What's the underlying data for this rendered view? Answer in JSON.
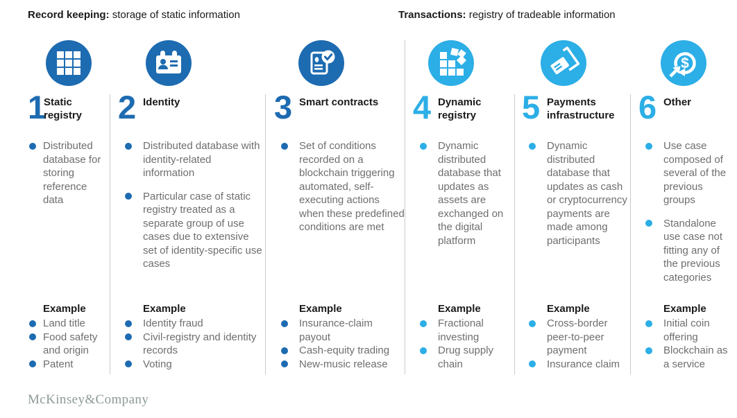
{
  "sections": [
    {
      "label": "Record keeping:",
      "description": " storage of static information"
    },
    {
      "label": "Transactions:",
      "description": " registry of tradeable information"
    }
  ],
  "columns": [
    {
      "number": "1",
      "title": "Static registry",
      "icon": "grid-icon",
      "description": [
        "Distributed database for storing reference data"
      ],
      "example_label": "Example",
      "examples": [
        "Land title",
        "Food safety and origin",
        "Patent"
      ]
    },
    {
      "number": "2",
      "title": "Identity",
      "icon": "id-card-icon",
      "description": [
        "Distributed database with identity-related information",
        "Particular case of static registry treated as a separate group of use cases due to extensive set of identity-specific use cases"
      ],
      "example_label": "Example",
      "examples": [
        "Identity fraud",
        "Civil-registry and identity records",
        "Voting"
      ]
    },
    {
      "number": "3",
      "title": "Smart contracts",
      "icon": "document-check-icon",
      "description": [
        "Set of conditions recorded on a blockchain triggering automated, self-executing actions when these predefined conditions are met"
      ],
      "example_label": "Example",
      "examples": [
        "Insurance-claim payout",
        "Cash-equity trading",
        "New-music release"
      ]
    },
    {
      "number": "4",
      "title": "Dynamic registry",
      "icon": "scattered-grid-icon",
      "description": [
        "Dynamic distributed database that updates as assets are exchanged on the digital platform"
      ],
      "example_label": "Example",
      "examples": [
        "Fractional investing",
        "Drug supply chain"
      ]
    },
    {
      "number": "5",
      "title": "Payments infrastructure",
      "icon": "card-payment-icon",
      "description": [
        "Dynamic distributed database that updates as cash or cryptocurrency payments are made among participants"
      ],
      "example_label": "Example",
      "examples": [
        "Cross-border peer-to-peer payment",
        "Insurance claim"
      ]
    },
    {
      "number": "6",
      "title": "Other",
      "icon": "dollar-cycle-icon",
      "description": [
        "Use case composed of several of the previous groups",
        "Standalone use case not fitting any of the previous categories"
      ],
      "example_label": "Example",
      "examples": [
        "Initial coin offering",
        "Blockchain as a service"
      ]
    }
  ],
  "colors": {
    "record_keeping_accent": "#1d6bb1",
    "transactions_accent": "#2caee6",
    "heading_text": "#1a1a1a",
    "body_text": "#6e6e6e",
    "divider": "#cbcbcb",
    "footer_text": "#8c9b97"
  },
  "footer": {
    "logo_text": "McKinsey&Company"
  }
}
